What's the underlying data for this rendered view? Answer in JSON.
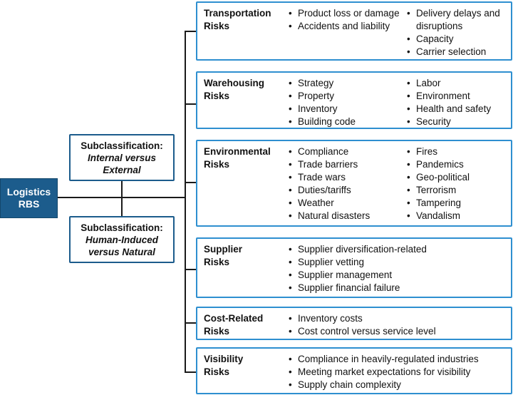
{
  "diagram": {
    "title": "Logistics RBS",
    "colors": {
      "root_fill": "#1c5c8c",
      "root_text": "#ffffff",
      "sub_border": "#1c5c8c",
      "category_border": "#2e8fd0",
      "connector": "#1a1a1a",
      "text": "#111111"
    },
    "root": {
      "line1": "Logistics",
      "line2": "RBS"
    },
    "subclassifications": [
      {
        "title": "Subclassification:",
        "line1": "Internal versus",
        "line2": "External"
      },
      {
        "title": "Subclassification:",
        "line1": "Human-Induced",
        "line2": "versus Natural"
      }
    ],
    "categories": [
      {
        "label_line1": "Transportation",
        "label_line2": "Risks",
        "columns": [
          [
            "Product loss or damage",
            "Accidents and liability"
          ],
          [
            "Delivery delays and disruptions",
            "Capacity",
            "Carrier selection"
          ]
        ]
      },
      {
        "label_line1": "Warehousing",
        "label_line2": "Risks",
        "columns": [
          [
            "Strategy",
            "Property",
            "Inventory",
            "Building code"
          ],
          [
            "Labor",
            "Environment",
            "Health and safety",
            "Security"
          ]
        ]
      },
      {
        "label_line1": "Environmental",
        "label_line2": "Risks",
        "columns": [
          [
            "Compliance",
            "Trade barriers",
            "Trade wars",
            "Duties/tariffs",
            "Weather",
            "Natural disasters"
          ],
          [
            "Fires",
            "Pandemics",
            "Geo-political",
            "Terrorism",
            "Tampering",
            "Vandalism"
          ]
        ]
      },
      {
        "label_line1": "Supplier",
        "label_line2": "Risks",
        "columns": [
          [
            "Supplier diversification-related",
            "Supplier vetting",
            "Supplier management",
            "Supplier financial failure"
          ]
        ]
      },
      {
        "label_line1": "Cost-Related",
        "label_line2": "Risks",
        "columns": [
          [
            "Inventory costs",
            "Cost control versus service level"
          ]
        ]
      },
      {
        "label_line1": "Visibility",
        "label_line2": "Risks",
        "columns": [
          [
            "Compliance in heavily-regulated industries",
            "Meeting market expectations for visibility",
            "Supply chain complexity"
          ]
        ]
      }
    ]
  }
}
